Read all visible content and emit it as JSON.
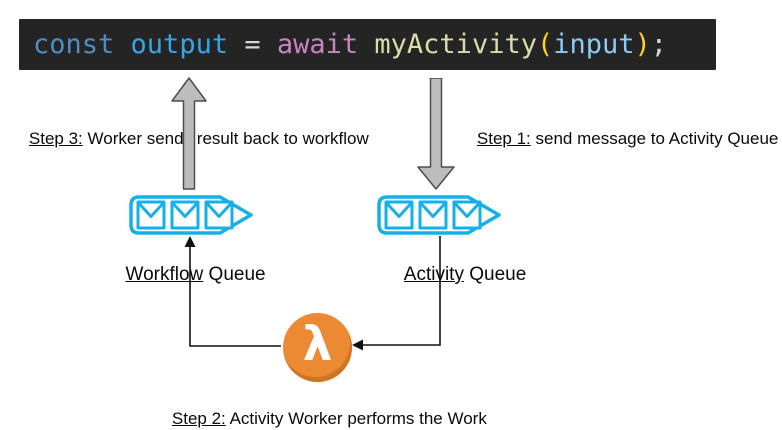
{
  "code": {
    "background": "#242424",
    "full_text": "const output = await myActivity(input);",
    "tokens": [
      {
        "text": "const ",
        "color": "#4E8CC6"
      },
      {
        "text": "output ",
        "color": "#36A5E8"
      },
      {
        "text": "= ",
        "color": "#D6D6D6"
      },
      {
        "text": "await ",
        "color": "#C586C0"
      },
      {
        "text": "myActivity",
        "color": "#DCDCAA"
      },
      {
        "text": "(",
        "color": "#FFD21E"
      },
      {
        "text": "input",
        "color": "#8CCBF5"
      },
      {
        "text": ")",
        "color": "#FFD21E"
      },
      {
        "text": ";",
        "color": "#D6D6D6"
      }
    ]
  },
  "steps": {
    "step3": {
      "label": "Step 3:",
      "text": " Worker sends result back to workflow"
    },
    "step1": {
      "label": "Step 1:",
      "text": " send message to Activity Queue"
    },
    "step2": {
      "label": "Step 2:",
      "text": " Activity Worker performs the Work"
    }
  },
  "queues": {
    "workflow": {
      "word_underlined": "Workflow",
      "word_rest": " Queue"
    },
    "activity": {
      "word_underlined": "Activity",
      "word_rest": " Queue"
    }
  },
  "lambda": {
    "glyph": "λ"
  },
  "colors": {
    "queue_cyan": "#16AFE8",
    "lambda_orange": "#EC8A33",
    "block_arrow_fill": "#BDBDBD",
    "block_arrow_stroke": "#4D4D4D",
    "connector": "#111111",
    "code_background": "#242424",
    "text": "#0A0A0A"
  }
}
